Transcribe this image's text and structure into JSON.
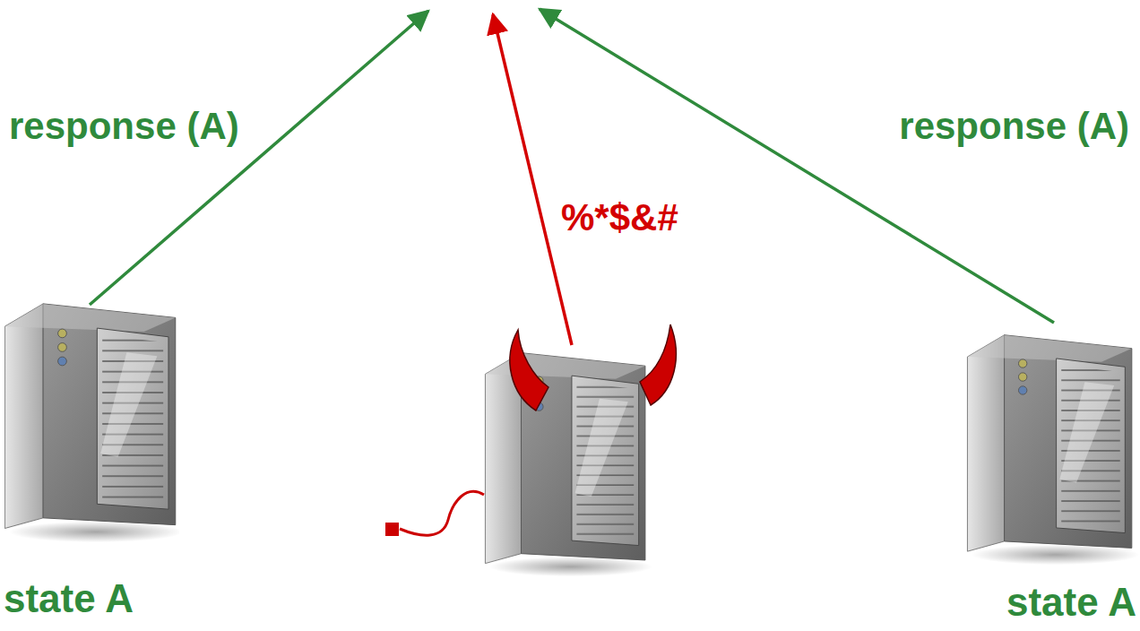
{
  "diagram": {
    "nodes": [
      {
        "text": [
          "state A"
        ]
      },
      {
        "text": [
          "state A"
        ]
      }
    ],
    "labels": [
      "response (A)",
      "%*$&#",
      "response (A)"
    ]
  }
}
